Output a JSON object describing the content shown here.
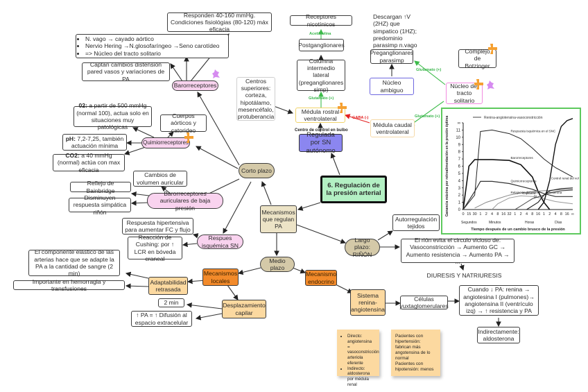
{
  "title": "6. Regulación de la presión arterial",
  "center": {
    "mechanisms": "Mecanismos que regulan PA",
    "short_term": "Corto plazo",
    "medium_term": "Medio plazo",
    "long_term": "Largo plazo: RIÑÓN"
  },
  "baro": {
    "label": "Barorreceptores",
    "range": "Responden 40-160 mmHg. Condiciones fisiológias (80-120) máx eficacia",
    "nerves": [
      "N. vago → cayado aórtico",
      "Nervio Hering →N.glosofaríngeo →Seno carotídeo",
      "=> Núcleo del tracto solitario"
    ],
    "detect": "Captan cambios distensión pared vasos y variaciones de PA"
  },
  "quimio": {
    "label": "Quimiorreceptores",
    "o2_key": "02:",
    "o2": " a partir de 500 mmHg (normal 100), actua solo en situaciones muy patológicas",
    "bodies": "Cuerpos aórticos y catorideo",
    "ph_key": "pH:",
    "ph": " 7,2-7,25, también actuación mínima",
    "co2_key": "CO2:",
    "co2": " a 40 mmHg (normal) actúa con max eficacia"
  },
  "auricular": {
    "label": "Barorreceptores auriculares de baja presión",
    "volume": "Cambios de volumen auricular",
    "bainbridge": "Reflejo de Bainbridge",
    "renal": "Disminuyen respuesta simpática riñón"
  },
  "isquemic": {
    "label": "Respues isquémica SN",
    "hypertensive": "Respuesta hipertensiva para aumentar FC y flujo",
    "cushing": "Reacción de Cushing: por ↑ LCR en bóveda craneal"
  },
  "cns": {
    "higher_centers": "Centros superiores: corteza, hipotálamo, mesencéfalo, protuberancia",
    "rostral": "Médula rostral ventrolateral",
    "caudal": "Médula caudal ventrolateral",
    "autonomic": "Regulada por SN autónomo",
    "bulb_label": "Centro de control en bulbo",
    "column": "Columna intermedio lateral (preganglionares simp)",
    "postganglionic": "Postganglionares",
    "nicotinic": "Receptores nicotínicos",
    "acetylcholine": "Acetilcolina",
    "glutamate_1": "Glutamato (+)",
    "glutamate_2": "Glutamato (+)",
    "glutamate_3": "Glutamato (+)",
    "gaba": "GABA (-)",
    "discharge": "Descargan ↑V (2HZ) que simpatico (1HZ); predominio parasimp n.vago",
    "preganglionic_para": "Preganglionares parasimp",
    "ambiguous": "Núcleo ambiguo",
    "solitary": "Núcleo del tracto solitario",
    "botzinger": "Complejo de Botzinger"
  },
  "medium": {
    "local": "Mecanismos locales",
    "endocrine": "Mecanismo endocrino",
    "delayed": "Adaptabilidad retrasada",
    "elastic": "El componente elástico de las arterias hace que se adapte la PA a la cantidad de sangre (2 min)",
    "hemorrhage": "Importante en hemorragia y transfusiones",
    "capillary": "Desplazamiento capilar",
    "two_min": "2 min",
    "diffusion": "↑ PA = ↑ Difusión al espacio extracelular",
    "raas": "Sistema renina-angiotensina",
    "juxta": "Células yuxtaglomerulares",
    "cascade": "Cuando ↓ PA: renina → angiotesina I (pulmones)→ angiotensina II (ventrículo izq) → ↑ resistencia y PA",
    "aldosterone": "Indirectamente: aldosterona"
  },
  "long": {
    "autoreg": "Autorregulación tejidos",
    "kidney": "El rión evita el circulo vicioso de: Vasoconstricción → Aumento GC → Aumento resistencia → Aumento PA → ...",
    "diuresis": "DIURESIS Y NATRIURESIS"
  },
  "notes": {
    "note1": [
      "Directo: angiotensina = vasoconstricción arteriola eferente",
      "Indirecto: aldosterona por médula renal"
    ],
    "note2": "Pacientes con hipertensión: fabrican más angotensina de lo normal\nPacientes con hipotensión: menos"
  },
  "chart_data": {
    "type": "line",
    "title": "",
    "xlabel": "Tiempo después de un cambio brusco de la presión",
    "ylabel": "Ganancia máxima por retroalimentación en la presión óptima",
    "legend": [
      "Renina-angiotensina-vasoconstricción"
    ],
    "x_ticks": [
      "0",
      "15",
      "30",
      "1",
      "2",
      "4",
      "8",
      "16",
      "32",
      "1",
      "2",
      "4",
      "8",
      "16",
      "1",
      "2",
      "4",
      "8",
      "16",
      "∞"
    ],
    "x_groups": [
      "Segundos",
      "Minutos",
      "Horas",
      "Días"
    ],
    "y_ticks": [
      "0",
      "1",
      "2",
      "3",
      "4",
      "5",
      "6",
      "7",
      "8",
      "9",
      "10",
      "11",
      "∞"
    ],
    "ylim": [
      0,
      12
    ],
    "series": [
      {
        "name": "Respuesta isquémica en el SNC",
        "x": [
          0,
          2,
          3,
          5,
          8,
          10,
          12,
          14,
          16,
          19
        ],
        "y": [
          0,
          2,
          10.8,
          11,
          10.5,
          9.8,
          8.5,
          7,
          5.8,
          4.5
        ]
      },
      {
        "name": "Barorreceptores",
        "x": [
          0,
          1,
          2,
          5,
          8,
          10,
          12,
          13,
          14,
          15
        ],
        "y": [
          0,
          6,
          6.9,
          6.9,
          6.8,
          6.2,
          4.5,
          2.5,
          1,
          0
        ]
      },
      {
        "name": "Quimiorreceptores",
        "x": [
          0,
          2,
          3,
          5,
          8,
          10,
          12,
          14,
          16,
          19
        ],
        "y": [
          0,
          2.5,
          3.9,
          3.9,
          3.6,
          3.2,
          2.8,
          2.2,
          1.8,
          1.8
        ]
      },
      {
        "name": "Relajación del estrés",
        "x": [
          2,
          4,
          6,
          8,
          10,
          12,
          14,
          16,
          19
        ],
        "y": [
          0.2,
          1,
          1.5,
          2,
          2.3,
          2.5,
          2.6,
          2.7,
          2.8
        ]
      },
      {
        "name": "Capilares",
        "x": [
          5,
          6,
          8,
          10,
          12,
          14,
          16,
          19
        ],
        "y": [
          0,
          0.8,
          1.6,
          1.9,
          1.8,
          1.5,
          1.1,
          0.8
        ]
      },
      {
        "name": "DL",
        "x": [
          9,
          10,
          12,
          14,
          15,
          17,
          19
        ],
        "y": [
          0,
          0.5,
          1.5,
          2,
          2.3,
          2.6,
          2.7
        ]
      },
      {
        "name": "Aldosterona",
        "x": [
          11,
          13,
          14,
          15,
          17,
          19
        ],
        "y": [
          0,
          1,
          2,
          2.6,
          2.9,
          3
        ]
      },
      {
        "name": "Control renal del volumen y la presión",
        "x": [
          13,
          14,
          15,
          16,
          17,
          18,
          19
        ],
        "y": [
          0,
          1,
          4,
          9,
          11.5,
          12.3,
          12.6
        ]
      }
    ]
  }
}
